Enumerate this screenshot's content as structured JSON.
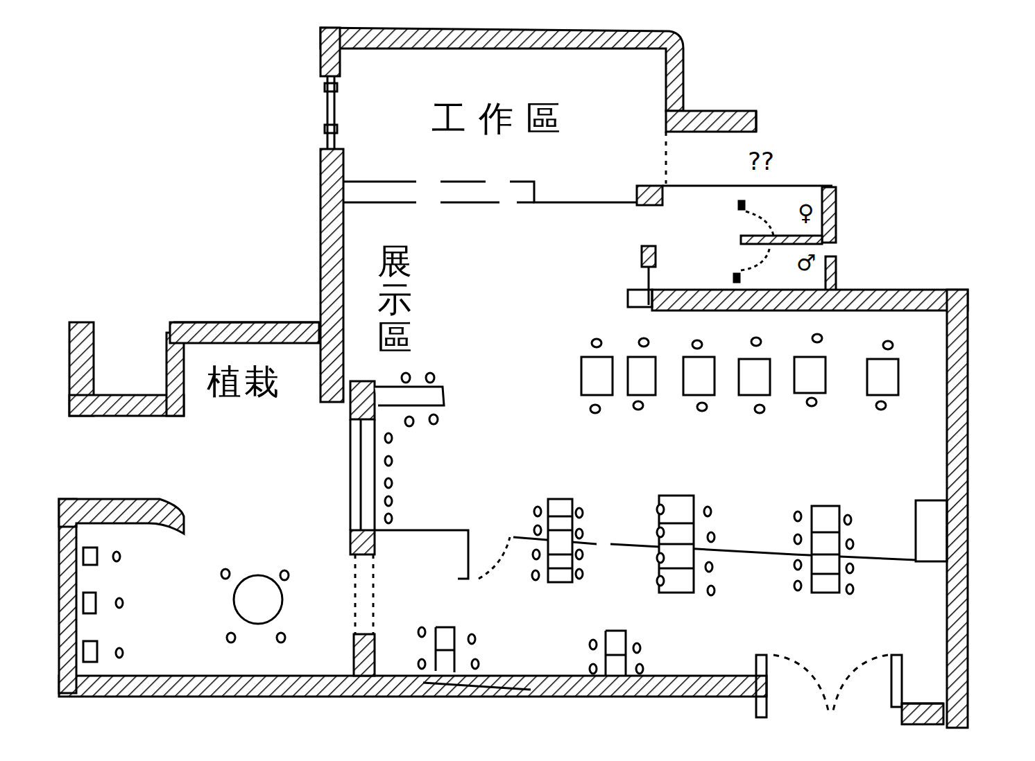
{
  "diagram": {
    "labels": [
      "工作區",
      "展示區",
      "植栽",
      "??",
      "♀",
      "♂"
    ]
  }
}
